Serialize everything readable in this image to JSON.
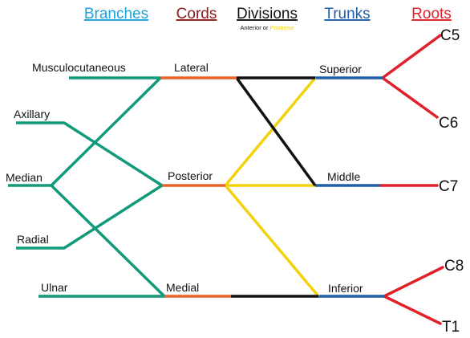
{
  "headers": {
    "branches": "Branches",
    "cords": "Cords",
    "divisions": "Divisions",
    "trunks": "Trunks",
    "roots": "Roots"
  },
  "divisions_legend": {
    "anterior": "Anterior",
    "or": " or ",
    "posterior": "Posterior"
  },
  "branches": {
    "musculocutaneous": "Musculocutaneous",
    "axillary": "Axillary",
    "median": "Median",
    "radial": "Radial",
    "ulnar": "Ulnar"
  },
  "cords": {
    "lateral": "Lateral",
    "posterior": "Posterior",
    "medial": "Medial"
  },
  "trunks": {
    "superior": "Superior",
    "middle": "Middle",
    "inferior": "Inferior"
  },
  "roots": {
    "c5": "C5",
    "c6": "C6",
    "c7": "C7",
    "c8": "C8",
    "t1": "T1"
  },
  "colors": {
    "branches": "#1ba3d8",
    "cords": "#8b1a1a",
    "divisions": "#111111",
    "trunks": "#1f5fa8",
    "roots": "#e0202a",
    "branch_lines": "#119a7a",
    "cord_lines": "#e8622a",
    "anterior_lines": "#111111",
    "posterior_lines": "#f2d20f",
    "trunk_lines": "#1f5fa8",
    "root_lines": "#e0202a"
  }
}
